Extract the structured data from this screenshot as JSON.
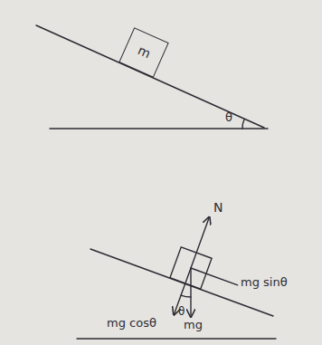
{
  "diagram": {
    "nodes": [
      {
        "text": [
          "m"
        ]
      }
    ],
    "labels": [
      "θ",
      "N",
      "mg cosθ",
      "mg",
      "θ",
      "mg sinθ"
    ]
  }
}
